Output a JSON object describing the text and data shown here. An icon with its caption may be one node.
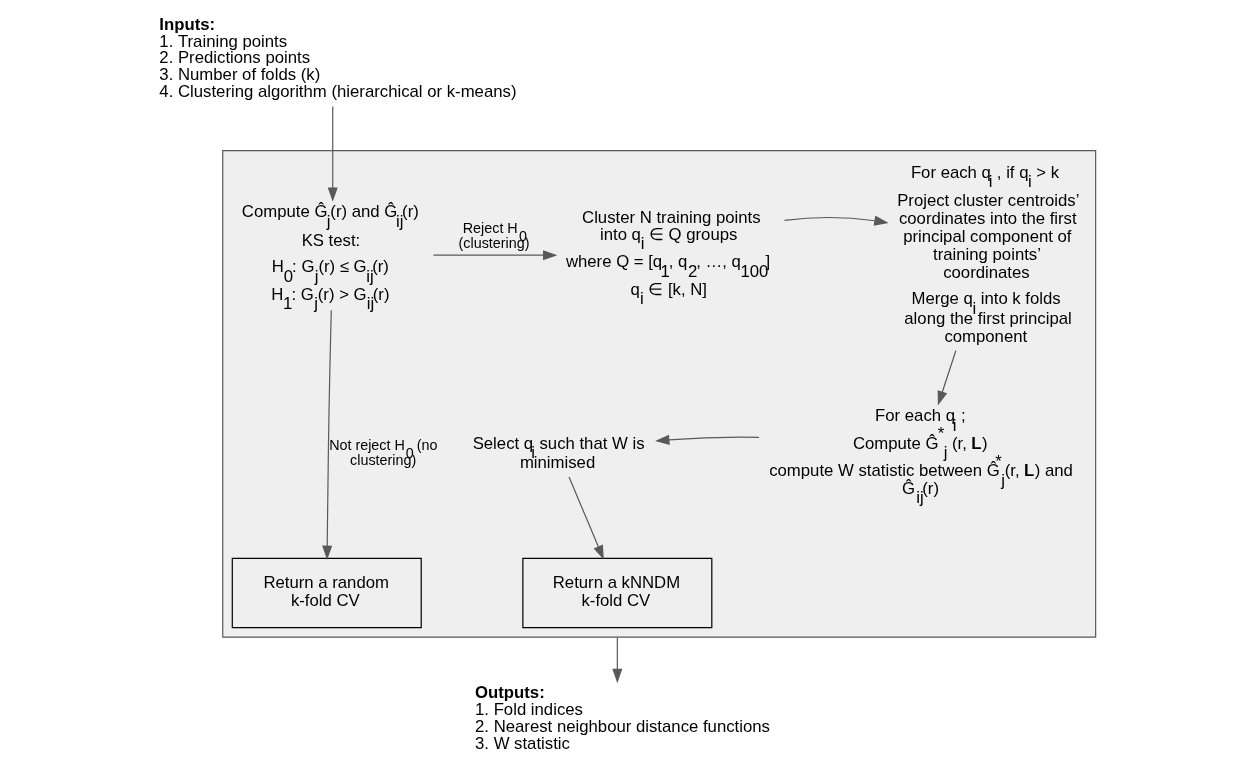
{
  "diagram": {
    "nodes": [
      {
        "text": [],
        "shape": "box"
      },
      {
        "text": [
          "Inputs:",
          "1. Training points",
          "2. Predictions points",
          "3. Number of folds (k)",
          "4. Clustering algorithm (hierarchical or k-means)"
        ]
      },
      {
        "text": [
          "Compute Ĝ$_{j}$(r) and Ĝ$_{ij}$(r)",
          "KS test:",
          "H$_{0}$: G$_{j}$(r) ≤ G$_{ij}$(r)",
          "H$_{1}$: G$_{j}$(r) > G$_{ij}$(r)"
        ],
        "in": 0
      },
      {
        "text": [
          "Cluster N training points into q$_{i}$ ∈ Q groups",
          "where Q = [q$_{1}$, q$_{2}$, …, q$_{100}$]",
          "q$_{i}$ ∈ [k, N]"
        ],
        "in": 0
      },
      {
        "text": [
          "For each q$_{i}$ , if q$_{i}$ > k",
          "Project cluster centroids’ coordinates into the first principal component of training points’ coordinates",
          "Merge q$_{i}$ into k folds along the first principal component"
        ],
        "in": 0
      },
      {
        "text": [
          "For each q$_{i}$ ;",
          "Compute Ĝ$^{*}$$_{j}$ (r, **L**)",
          "compute W statistic between Ĝ$^{*}$$_{j}$(r, **L**) and Ĝ$_{ij}$(r)"
        ],
        "in": 0
      },
      {
        "text": [
          "Select q$_{i}$ such that W is minimised"
        ],
        "in": 0
      },
      {
        "text": [
          "Return a random k-fold CV"
        ],
        "in": 0
      },
      {
        "text": [
          "Return a kNNDM k-fold CV"
        ],
        "in": 0
      },
      {
        "text": [
          "Outputs:",
          "1. Fold indices",
          "2. Nearest neighbour distance functions",
          "3. W statistic"
        ]
      }
    ],
    "edges": [
      {
        "from": 1,
        "to": 2,
        "arrow": "to"
      },
      {
        "from": 2,
        "to": 3,
        "arrow": "to",
        "label": "Reject H$_{0}$ (clustering)"
      },
      {
        "from": 3,
        "to": 4,
        "arrow": "to"
      },
      {
        "from": 4,
        "to": 5,
        "arrow": "to"
      },
      {
        "from": 5,
        "to": 6,
        "arrow": "to"
      },
      {
        "from": 6,
        "to": 8,
        "arrow": "to"
      },
      {
        "from": 2,
        "to": 7,
        "arrow": "to",
        "label": "Not reject H$_{0}$ (no clustering)"
      },
      {
        "from": 0,
        "to": 9,
        "arrow": "to"
      }
    ]
  }
}
